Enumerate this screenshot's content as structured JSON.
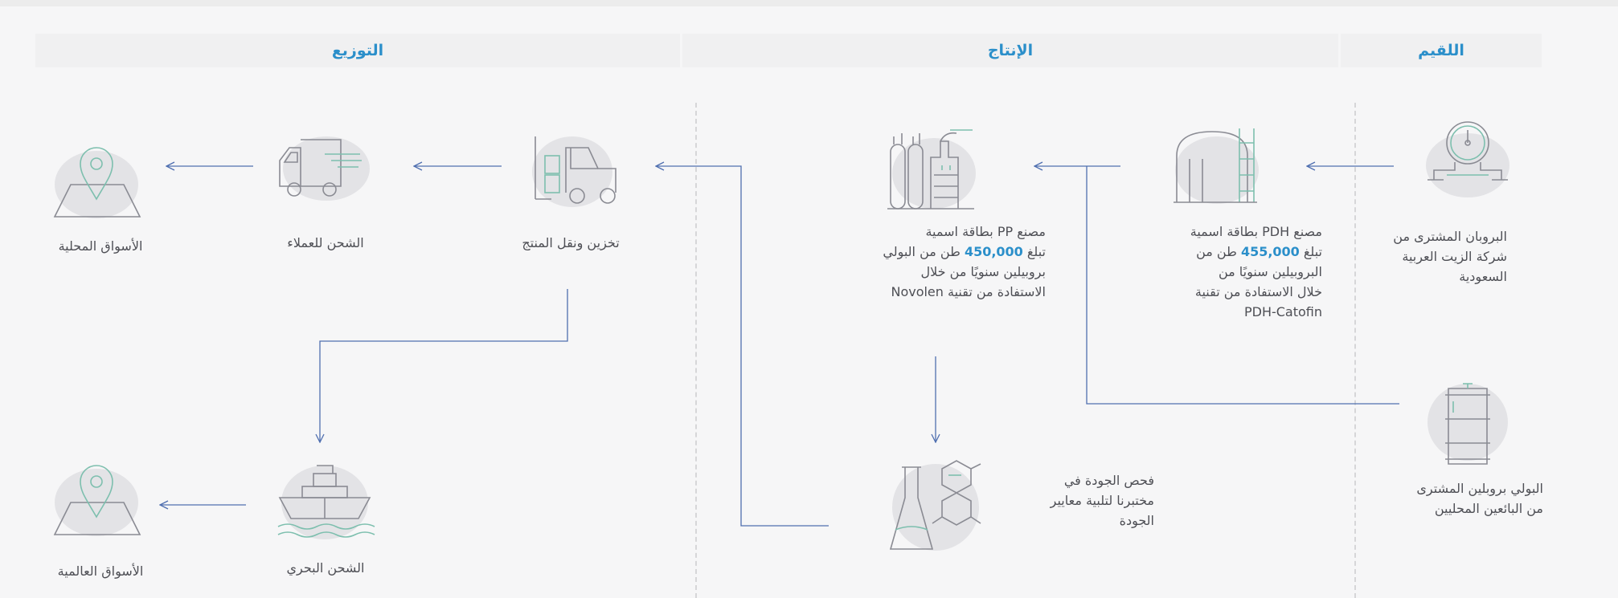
{
  "stages": {
    "feedstock": "اللقيم",
    "production": "الإنتاج",
    "distribution": "التوزيع"
  },
  "nodes": {
    "propane": {
      "icon": "pressure-gauge-icon",
      "line1": "البروبان المشترى من",
      "line2": "شركة الزيت العربية",
      "line3": "السعودية"
    },
    "polypropylene_bought": {
      "icon": "barrel-icon",
      "line1": "البولي بروبلين المشترى",
      "line2": "من البائعين المحليين"
    },
    "pdh_plant": {
      "icon": "storage-tank-icon",
      "line1": "مصنع PDH بطاقة اسمية",
      "line2_pre": "تبلغ",
      "capacity": "455,000",
      "line2_post": "طن من",
      "line3": "البروبيلين سنويًا من",
      "line4": "خلال الاستفادة من تقنية",
      "line5": "PDH-Catofin"
    },
    "pp_plant": {
      "icon": "factory-icon",
      "line1": "مصنع PP بطاقة اسمية",
      "line2_pre": "تبلغ",
      "capacity": "450,000",
      "line2_post": "طن من البولي",
      "line3": "بروبيلين سنويًا من خلال",
      "line4": "الاستفادة من تقنية Novolen"
    },
    "quality": {
      "icon": "lab-flask-icon",
      "line1": "فحص الجودة في",
      "line2": "مختبرنا لتلبية معايير",
      "line3": "الجودة"
    },
    "storage": {
      "icon": "forklift-icon",
      "label": "تخزين ونقل المنتج"
    },
    "customer_shipping": {
      "icon": "delivery-truck-icon",
      "label": "الشحن للعملاء"
    },
    "local_markets": {
      "icon": "map-pin-icon",
      "label": "الأسواق المحلية"
    },
    "sea_shipping": {
      "icon": "cargo-ship-icon",
      "label": "الشحن البحري"
    },
    "global_markets": {
      "icon": "map-pin-icon",
      "label": "الأسواق العالمية"
    }
  },
  "colors": {
    "accent": "#2b8fca",
    "arrow": "#4f6fb0",
    "icon_stroke": "#8a8b93",
    "icon_teal": "#7dbfae",
    "blob": "#e3e3e6"
  }
}
